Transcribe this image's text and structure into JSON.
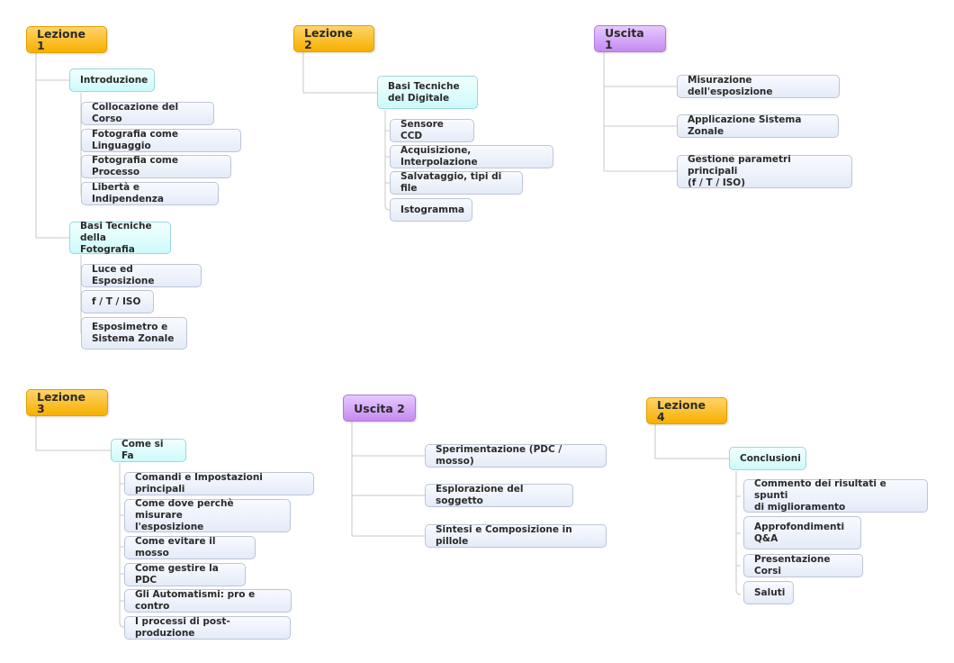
{
  "colors": {
    "lesson": "#f7b000",
    "outing": "#c58bf0",
    "topic": "#cdfafa",
    "leaf": "#e4ebf8",
    "connector": "#c8c8c8"
  },
  "mindmap": {
    "lezione1": {
      "label": "Lezione 1",
      "introduzione": {
        "label": "Introduzione",
        "items": [
          "Collocazione del Corso",
          "Fotografia come Linguaggio",
          "Fotografia come Processo",
          "Libertà e Indipendenza"
        ]
      },
      "basi_fotografia": {
        "label": "Basi Tecniche\ndella Fotografia",
        "items": [
          "Luce ed Esposizione",
          "f / T / ISO",
          "Esposimetro e\nSistema Zonale"
        ]
      }
    },
    "lezione2": {
      "label": "Lezione 2",
      "basi_digitale": {
        "label": "Basi Tecniche\ndel Digitale",
        "items": [
          "Sensore CCD",
          "Acquisizione, Interpolazione",
          "Salvataggio, tipi di file",
          "Istogramma"
        ]
      }
    },
    "uscita1": {
      "label": "Uscita 1",
      "items": [
        "Misurazione dell'esposizione",
        "Applicazione Sistema Zonale",
        "Gestione parametri principali\n(f / T / ISO)"
      ]
    },
    "lezione3": {
      "label": "Lezione 3",
      "come_si_fa": {
        "label": "Come si Fa",
        "items": [
          "Comandi e Impostazioni principali",
          "Come dove perchè misurare\nl'esposizione",
          "Come evitare il mosso",
          "Come gestire la PDC",
          "Gli Automatismi: pro e contro",
          "I processi di post-produzione"
        ]
      }
    },
    "uscita2": {
      "label": "Uscita 2",
      "items": [
        "Sperimentazione (PDC / mosso)",
        "Esplorazione del soggetto",
        "Sintesi e Composizione in pillole"
      ]
    },
    "lezione4": {
      "label": "Lezione 4",
      "conclusioni": {
        "label": "Conclusioni",
        "items": [
          "Commento dei risultati e spunti\ndi miglioramento",
          "Approfondimenti\nQ&A",
          "Presentazione Corsi",
          "Saluti"
        ]
      }
    }
  }
}
